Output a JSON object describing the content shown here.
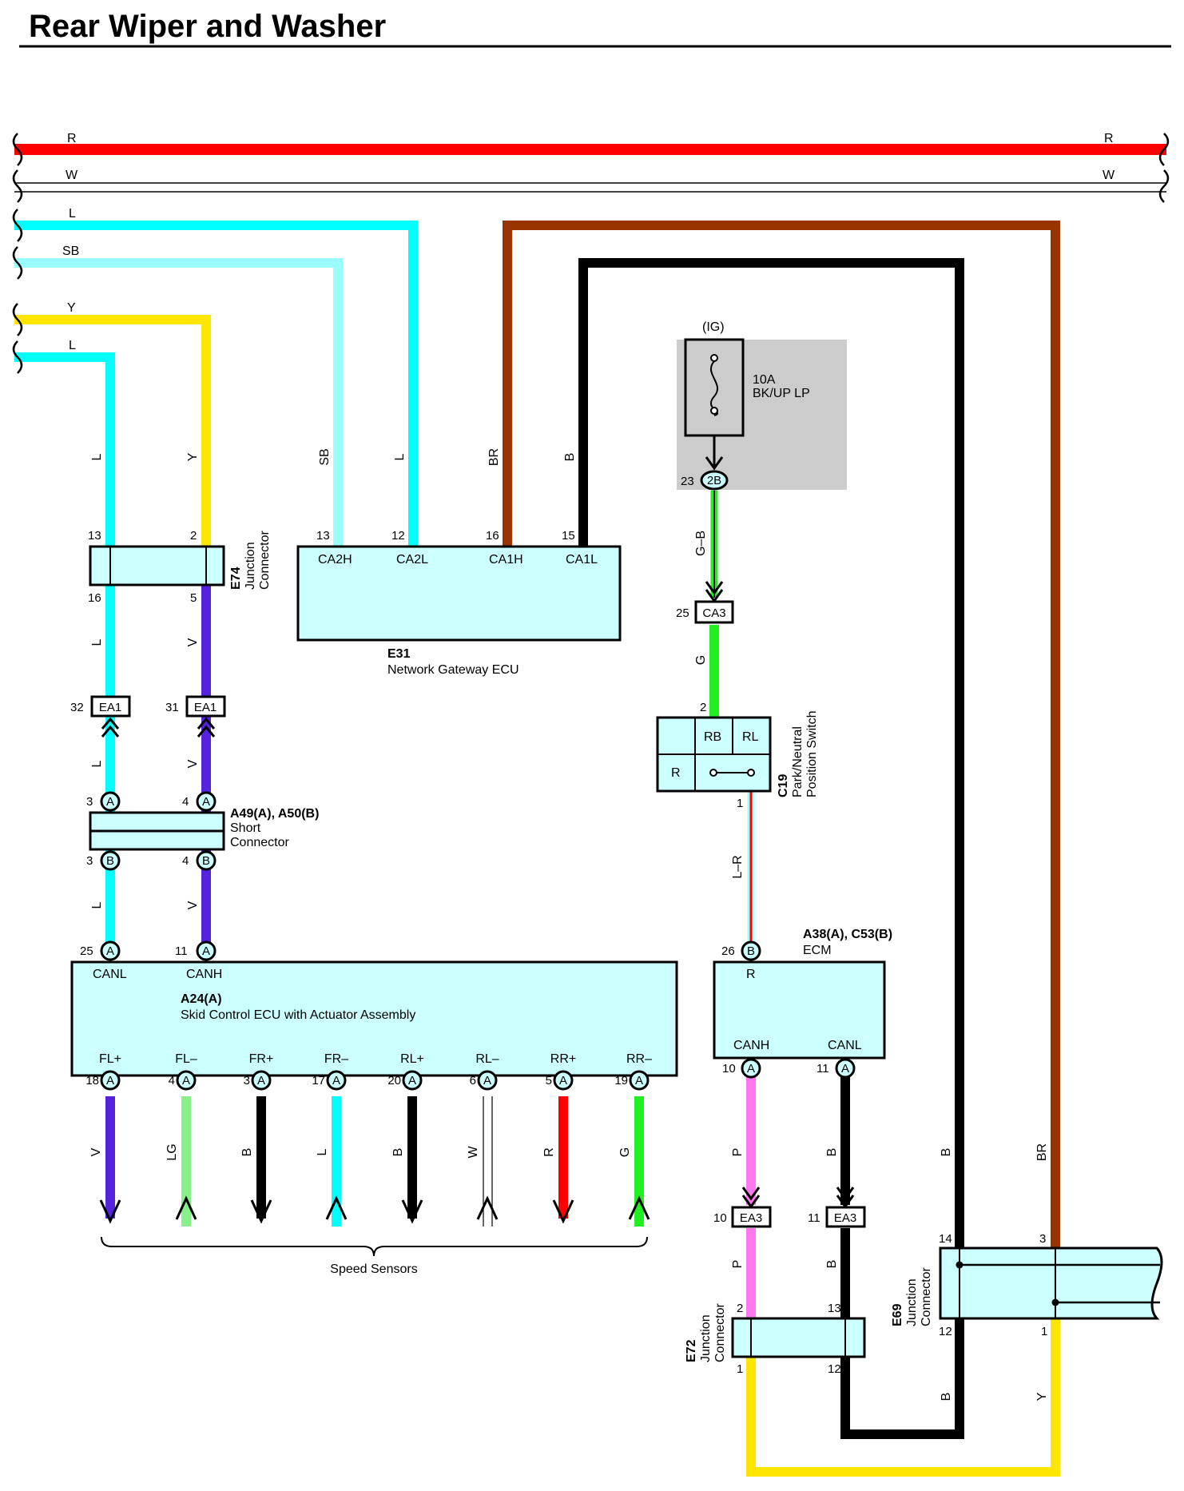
{
  "title": "Rear Wiper and Washer",
  "colors": {
    "R": "#ff0000",
    "W": "#ffffff",
    "L": "#00ffff",
    "SB": "#99ffff",
    "Y": "#ffe600",
    "BR": "#993300",
    "B": "#000000",
    "V": "#5522dd",
    "LG": "#88f088",
    "G": "#22ee22",
    "P": "#ff77ee",
    "GB": "#22ee22",
    "connector_fill": "#ccffff",
    "fuse_bg": "#cccccc"
  },
  "bus_wires": [
    {
      "label_left": "R",
      "label_right": "R"
    },
    {
      "label_left": "W",
      "label_right": "W"
    },
    {
      "label_left": "L"
    },
    {
      "label_left": "SB"
    },
    {
      "label_left": "Y"
    },
    {
      "label_left": "L"
    }
  ],
  "wire_labels": {
    "l1": "L",
    "y1": "Y",
    "sb": "SB",
    "l2": "L",
    "br1": "BR",
    "b1": "B",
    "gb": "G–B",
    "g": "G",
    "l3": "L",
    "v1": "V",
    "l4": "L",
    "v2": "V",
    "l5": "L",
    "v3": "V",
    "lr": "L–R",
    "p1": "P",
    "b2": "B",
    "p2": "P",
    "b3": "B",
    "b4": "B",
    "br2": "BR",
    "b5": "B",
    "y2": "Y"
  },
  "e74": {
    "code": "E74",
    "name1": "Junction",
    "name2": "Connector",
    "pin_top_l": "13",
    "pin_top_r": "2",
    "pin_bot_l": "16",
    "pin_bot_r": "5"
  },
  "e31": {
    "code": "E31",
    "name": "Network Gateway ECU",
    "pins": [
      {
        "num": "13",
        "label": "CA2H"
      },
      {
        "num": "12",
        "label": "CA2L"
      },
      {
        "num": "16",
        "label": "CA1H"
      },
      {
        "num": "15",
        "label": "CA1L"
      }
    ]
  },
  "fuse": {
    "group": "(IG)",
    "rating": "10A",
    "name": "BK/UP LP",
    "pin": "23",
    "connector": "2B"
  },
  "ca3": {
    "pin": "25",
    "connector": "CA3"
  },
  "c19": {
    "code": "C19",
    "name1": "Park/Neutral",
    "name2": "Position Switch",
    "pin_in": "2",
    "pin_out": "1",
    "t_rb": "RB",
    "t_rl": "RL",
    "t_r": "R"
  },
  "ea1": [
    {
      "pin": "32",
      "connector": "EA1"
    },
    {
      "pin": "31",
      "connector": "EA1"
    }
  ],
  "a49": {
    "code": "A49(A), A50(B)",
    "name1": "Short",
    "name2": "Connector",
    "p1": "3",
    "p2": "4",
    "p3": "3",
    "p4": "4",
    "ja": "A",
    "jb": "B"
  },
  "a24": {
    "code": "A24(A)",
    "name": "Skid Control ECU with Actuator Assembly",
    "top_pins": [
      {
        "num": "25",
        "letter": "A",
        "label": "CANL"
      },
      {
        "num": "11",
        "letter": "A",
        "label": "CANH"
      }
    ],
    "bottom_pins": [
      {
        "num": "18",
        "letter": "A",
        "label": "FL+",
        "wire": "V"
      },
      {
        "num": "4",
        "letter": "A",
        "label": "FL–",
        "wire": "LG"
      },
      {
        "num": "3",
        "letter": "A",
        "label": "FR+",
        "wire": "B"
      },
      {
        "num": "17",
        "letter": "A",
        "label": "FR–",
        "wire": "L"
      },
      {
        "num": "20",
        "letter": "A",
        "label": "RL+",
        "wire": "B"
      },
      {
        "num": "6",
        "letter": "A",
        "label": "RL–",
        "wire": "W"
      },
      {
        "num": "5",
        "letter": "A",
        "label": "RR+",
        "wire": "R"
      },
      {
        "num": "19",
        "letter": "A",
        "label": "RR–",
        "wire": "G"
      }
    ]
  },
  "speed_sensors": "Speed Sensors",
  "ecm": {
    "code": "A38(A), C53(B)",
    "name": "ECM",
    "in_pin": {
      "num": "26",
      "letter": "B",
      "label": "R"
    },
    "pins": [
      {
        "num": "10",
        "letter": "A",
        "label": "CANH"
      },
      {
        "num": "11",
        "letter": "A",
        "label": "CANL"
      }
    ]
  },
  "ea3": [
    {
      "pin": "10",
      "connector": "EA3"
    },
    {
      "pin": "11",
      "connector": "EA3"
    }
  ],
  "e72": {
    "code": "E72",
    "name1": "Junction",
    "name2": "Connector",
    "pin_tl": "2",
    "pin_tr": "13",
    "pin_bl": "1",
    "pin_br": "12"
  },
  "e69": {
    "code": "E69",
    "name1": "Junction",
    "name2": "Connector",
    "pin_tl": "14",
    "pin_tr": "3",
    "pin_bl": "12",
    "pin_br": "1"
  }
}
